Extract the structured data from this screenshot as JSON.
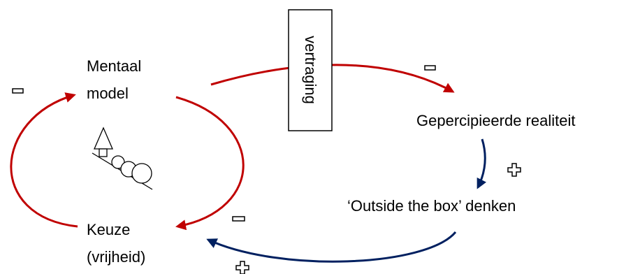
{
  "nodes": {
    "mental_model": {
      "line1": "Mentaal",
      "line2": "model"
    },
    "perceived_reality": "Gepercipieerde realiteit",
    "outside_box": "‘Outside the box’ denken",
    "choice": {
      "line1": "Keuze",
      "line2": "(vrijheid)"
    }
  },
  "delay_box": {
    "label": "vertraging"
  },
  "polarities": {
    "model_to_reality": "minus",
    "reality_to_outside": "plus",
    "outside_to_choice": "plus",
    "choice_to_model": "minus",
    "model_to_choice": "minus"
  },
  "colors": {
    "red_arrow": "#c00000",
    "blue_arrow": "#002060",
    "text": "#000000"
  },
  "icons": {
    "rolling_snowball": "snowball-rolling-downhill-icon"
  }
}
